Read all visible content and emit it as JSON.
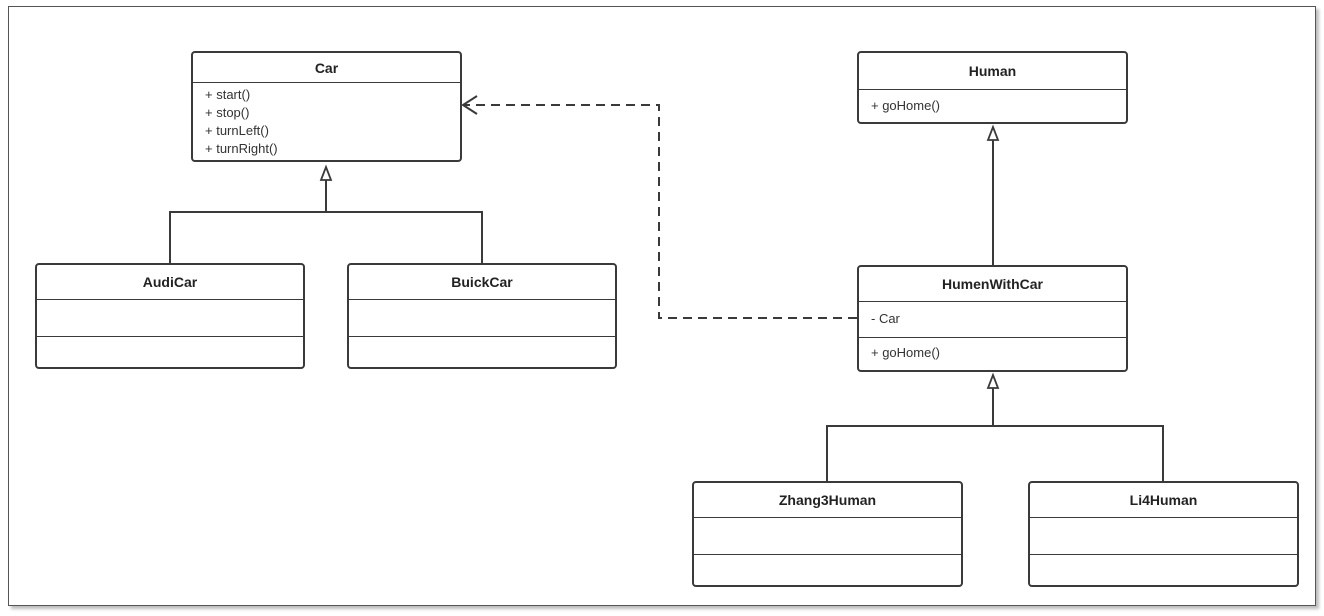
{
  "diagram": {
    "classes": {
      "car": {
        "name": "Car",
        "attributes": [],
        "methods": [
          "+ start()",
          "+ stop()",
          "+ turnLeft()",
          "+ turnRight()"
        ]
      },
      "audicar": {
        "name": "AudiCar",
        "attributes": [],
        "methods": []
      },
      "buickcar": {
        "name": "BuickCar",
        "attributes": [],
        "methods": []
      },
      "human": {
        "name": "Human",
        "attributes": [],
        "methods": [
          "+ goHome()"
        ]
      },
      "humenwithcar": {
        "name": "HumenWithCar",
        "attributes": [
          "- Car"
        ],
        "methods": [
          "+ goHome()"
        ]
      },
      "zhang3human": {
        "name": "Zhang3Human",
        "attributes": [],
        "methods": []
      },
      "li4human": {
        "name": "Li4Human",
        "attributes": [],
        "methods": []
      }
    },
    "relations": [
      {
        "type": "generalization",
        "from": "AudiCar",
        "to": "Car"
      },
      {
        "type": "generalization",
        "from": "BuickCar",
        "to": "Car"
      },
      {
        "type": "generalization",
        "from": "HumenWithCar",
        "to": "Human"
      },
      {
        "type": "generalization",
        "from": "Zhang3Human",
        "to": "HumenWithCar"
      },
      {
        "type": "generalization",
        "from": "Li4Human",
        "to": "HumenWithCar"
      },
      {
        "type": "dependency",
        "from": "HumenWithCar",
        "to": "Car"
      }
    ]
  }
}
